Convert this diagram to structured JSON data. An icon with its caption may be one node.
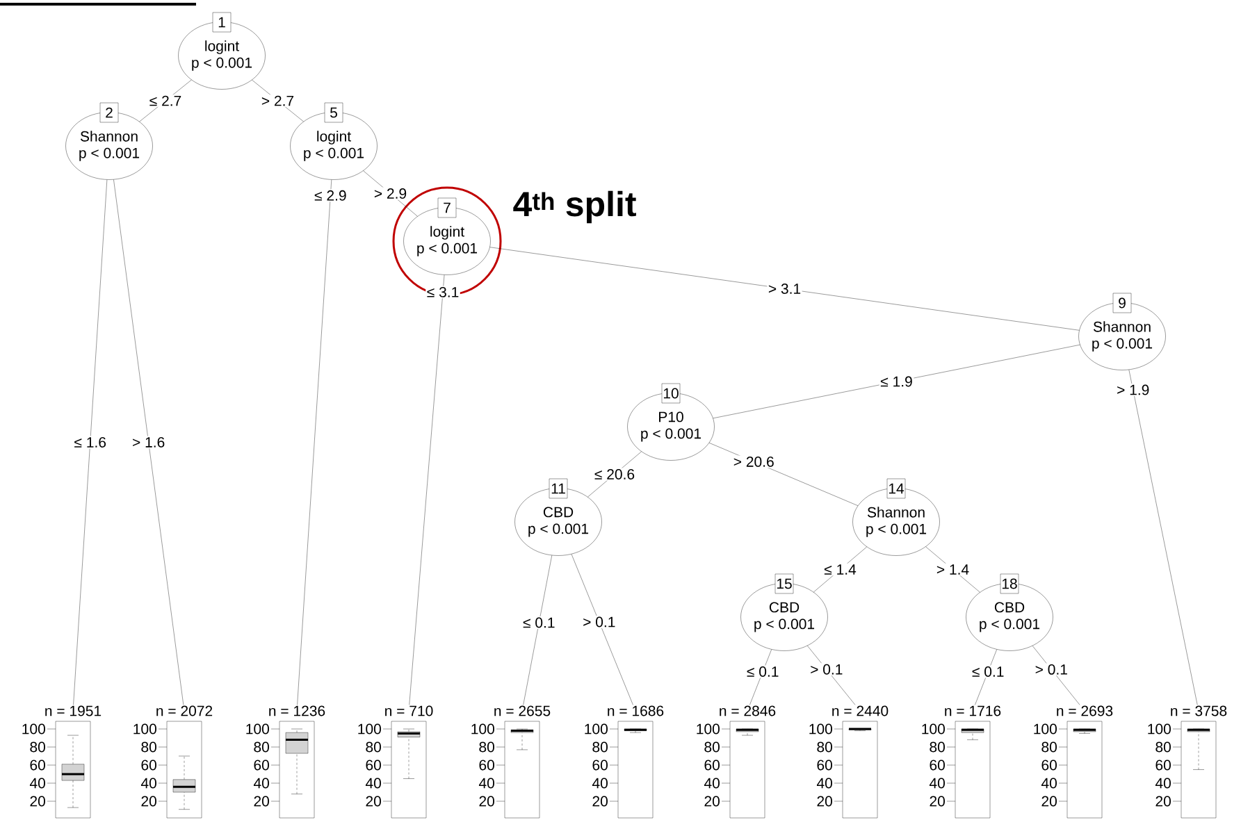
{
  "diagram": {
    "nodes": [
      {
        "text": [
          "1",
          "logint",
          "p < 0.001"
        ]
      },
      {
        "text": [
          "2",
          "Shannon",
          "p < 0.001"
        ]
      },
      {
        "text": [
          "n = 1951"
        ],
        "beside": [
          "100",
          "80",
          "60",
          "40",
          "20"
        ]
      },
      {
        "text": [
          "n = 2072"
        ],
        "beside": [
          "100",
          "80",
          "60",
          "40",
          "20"
        ]
      },
      {
        "text": [
          "5",
          "logint",
          "p < 0.001"
        ]
      },
      {
        "text": [
          "n = 1236"
        ],
        "beside": [
          "100",
          "80",
          "60",
          "40",
          "20"
        ]
      },
      {
        "text": [
          "7",
          "logint",
          "p < 0.001"
        ]
      },
      {
        "text": [
          "n = 710"
        ],
        "beside": [
          "100",
          "80",
          "60",
          "40",
          "20"
        ]
      },
      {
        "text": [
          "9",
          "Shannon",
          "p < 0.001"
        ]
      },
      {
        "text": [
          "10",
          "P10",
          "p < 0.001"
        ]
      },
      {
        "text": [
          "11",
          "CBD",
          "p < 0.001"
        ]
      },
      {
        "text": [
          "n = 2655"
        ],
        "beside": [
          "100",
          "80",
          "60",
          "40",
          "20"
        ]
      },
      {
        "text": [
          "n = 1686"
        ],
        "beside": [
          "100",
          "80",
          "60",
          "40",
          "20"
        ]
      },
      {
        "text": [
          "14",
          "Shannon",
          "p < 0.001"
        ]
      },
      {
        "text": [
          "15",
          "CBD",
          "p < 0.001"
        ]
      },
      {
        "text": [
          "n = 2846"
        ],
        "beside": [
          "100",
          "80",
          "60",
          "40",
          "20"
        ]
      },
      {
        "text": [
          "n = 2440"
        ],
        "beside": [
          "100",
          "80",
          "60",
          "40",
          "20"
        ]
      },
      {
        "text": [
          "18",
          "CBD",
          "p < 0.001"
        ]
      },
      {
        "text": [
          "n = 1716"
        ],
        "beside": [
          "100",
          "80",
          "60",
          "40",
          "20"
        ]
      },
      {
        "text": [
          "n = 2693"
        ],
        "beside": [
          "100",
          "80",
          "60",
          "40",
          "20"
        ]
      },
      {
        "text": [
          "n = 3758"
        ],
        "beside": [
          "100",
          "80",
          "60",
          "40",
          "20"
        ]
      }
    ],
    "edges": [
      {
        "from": 0,
        "to": 1,
        "arrow": "none",
        "label": "≤ 2.7"
      },
      {
        "from": 0,
        "to": 4,
        "arrow": "none",
        "label": "> 2.7"
      },
      {
        "from": 1,
        "to": 2,
        "arrow": "none",
        "label": "≤ 1.6"
      },
      {
        "from": 1,
        "to": 3,
        "arrow": "none",
        "label": "> 1.6"
      },
      {
        "from": 4,
        "to": 5,
        "arrow": "none",
        "label": "≤ 2.9"
      },
      {
        "from": 4,
        "to": 6,
        "arrow": "none",
        "label": "> 2.9"
      },
      {
        "from": 6,
        "to": 7,
        "arrow": "none",
        "label": "≤ 3.1"
      },
      {
        "from": 6,
        "to": 8,
        "arrow": "none",
        "label": "> 3.1"
      },
      {
        "from": 8,
        "to": 9,
        "arrow": "none",
        "label": "≤ 1.9"
      },
      {
        "from": 8,
        "to": 20,
        "arrow": "none",
        "label": "> 1.9"
      },
      {
        "from": 9,
        "to": 10,
        "arrow": "none",
        "label": "≤ 20.6"
      },
      {
        "from": 9,
        "to": 13,
        "arrow": "none",
        "label": "> 20.6"
      },
      {
        "from": 10,
        "to": 11,
        "arrow": "none",
        "label": "≤ 0.1"
      },
      {
        "from": 10,
        "to": 12,
        "arrow": "none",
        "label": "> 0.1"
      },
      {
        "from": 13,
        "to": 14,
        "arrow": "none",
        "label": "≤ 1.4"
      },
      {
        "from": 13,
        "to": 17,
        "arrow": "none",
        "label": "> 1.4"
      },
      {
        "from": 14,
        "to": 15,
        "arrow": "none",
        "label": "≤ 0.1"
      },
      {
        "from": 14,
        "to": 16,
        "arrow": "none",
        "label": "> 0.1"
      },
      {
        "from": 17,
        "to": 18,
        "arrow": "none",
        "label": "≤ 0.1"
      },
      {
        "from": 17,
        "to": 19,
        "arrow": "none",
        "label": "> 0.1"
      }
    ],
    "labels": [
      "4$^{th}$ split"
    ]
  }
}
